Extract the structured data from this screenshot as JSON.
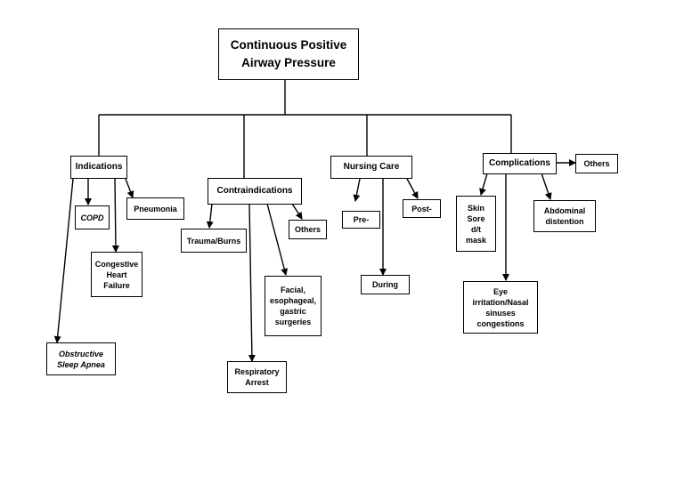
{
  "diagram": {
    "title": "Continuous Positive\nAirway Pressure",
    "categories": {
      "indications": "Indications",
      "contraindications": "Contraindications",
      "nursing_care": "Nursing Care",
      "complications": "Complications"
    },
    "indications": {
      "copd": "COPD",
      "pneumonia": "Pneumonia",
      "chf": "Congestive\nHeart\nFailure",
      "osa": "Obstructive\nSleep Apnea"
    },
    "contraindications": {
      "trauma": "Trauma/Burns",
      "others": "Others",
      "facial": "Facial,\nesophageal,\ngastric\nsurgeries",
      "resp_arrest": "Respiratory\nArrest"
    },
    "nursing_care": {
      "pre": "Pre-",
      "post": "Post-",
      "during": "During"
    },
    "complications": {
      "others": "Others",
      "skin_sore": "Skin\nSore\nd/t\nmask",
      "abdominal": "Abdominal\ndistention",
      "eye": "Eye\nirritation/Nasal\nsinuses\ncongestions"
    }
  }
}
